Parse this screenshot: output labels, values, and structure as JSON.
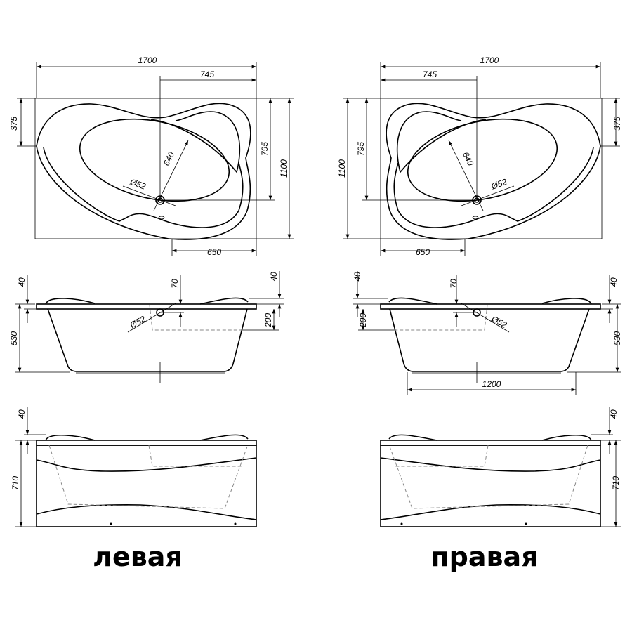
{
  "left": {
    "caption": "левая",
    "plan": {
      "length": "1700",
      "drain_x": "745",
      "side_offset": "375",
      "drain_y": "795",
      "width": "1100",
      "bottom_edge": "650",
      "radius": "640",
      "drain_diameter": "Ø52"
    },
    "side": {
      "rim": "40",
      "height": "530",
      "overflow": "70",
      "rim_right": "40",
      "overflow_depth": "200",
      "overflow_diameter": "Ø52"
    },
    "front": {
      "rim": "40",
      "height": "710"
    }
  },
  "right": {
    "caption": "правая",
    "plan": {
      "length": "1700",
      "drain_x": "745",
      "side_offset": "375",
      "drain_y": "795",
      "width": "1100",
      "bottom_edge": "650",
      "radius": "640",
      "drain_diameter": "Ø52"
    },
    "side": {
      "rim": "40",
      "height": "530",
      "overflow": "70",
      "rim_left": "40",
      "overflow_depth": "200",
      "overflow_diameter": "Ø52",
      "bottom_length": "1200"
    },
    "front": {
      "rim": "40",
      "height": "710"
    }
  }
}
